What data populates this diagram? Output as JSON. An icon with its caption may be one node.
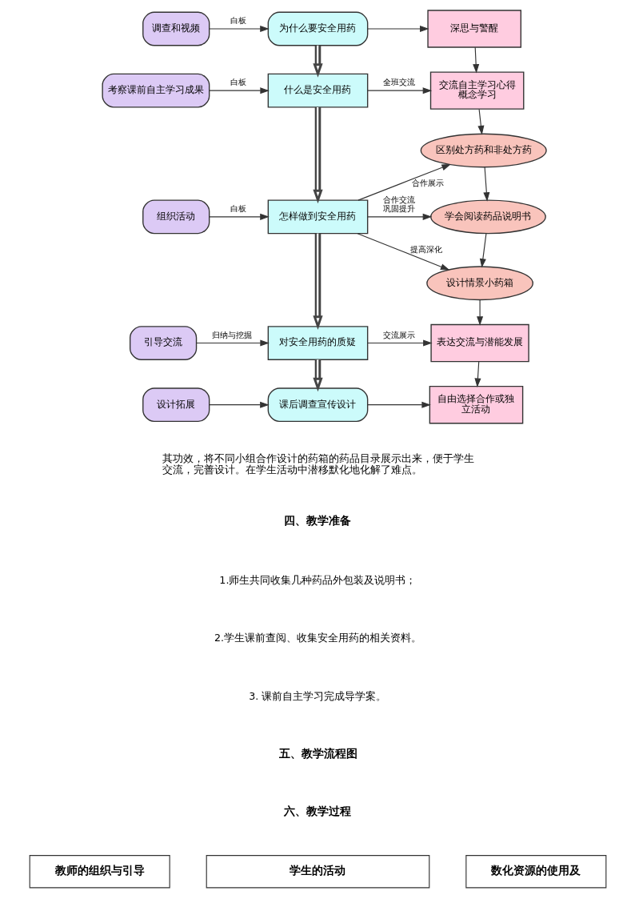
{
  "diagram": {
    "nodes": [
      {
        "text": [
          "调查和视频"
        ]
      },
      {
        "text": [
          "为什么要安全用药"
        ]
      },
      {
        "text": [
          "深思与警醒"
        ]
      },
      {
        "text": [
          "考察课前自主学习成果"
        ]
      },
      {
        "text": [
          "什么是安全用药"
        ]
      },
      {
        "text": [
          "交流自主学习心得概念学习"
        ]
      },
      {
        "text": [
          "区别处方药和非处方药"
        ]
      },
      {
        "text": [
          "组织活动"
        ]
      },
      {
        "text": [
          "怎样做到安全用药"
        ]
      },
      {
        "text": [
          "学会阅读药品说明书"
        ]
      },
      {
        "text": [
          "设计情景小药箱"
        ]
      },
      {
        "text": [
          "引导交流"
        ]
      },
      {
        "text": [
          "对安全用药的质疑"
        ]
      },
      {
        "text": [
          "表达交流与潜能发展"
        ]
      },
      {
        "text": [
          "设计拓展"
        ]
      },
      {
        "text": [
          "课后调查宣传设计"
        ]
      },
      {
        "text": [
          "自由选择合作或独立活动"
        ]
      }
    ],
    "edges": [
      {
        "from": 0,
        "to": 1,
        "arrow": "to",
        "label": "白板"
      },
      {
        "from": 1,
        "to": 2,
        "arrow": "to"
      },
      {
        "from": 1,
        "to": 4,
        "arrow": "to",
        "style": "thick"
      },
      {
        "from": 2,
        "to": 5,
        "arrow": "to"
      },
      {
        "from": 3,
        "to": 4,
        "arrow": "to",
        "label": "白板"
      },
      {
        "from": 4,
        "to": 5,
        "arrow": "to",
        "label": "全班交流"
      },
      {
        "from": 5,
        "to": 6,
        "arrow": "to"
      },
      {
        "from": 4,
        "to": 8,
        "arrow": "to",
        "style": "thick"
      },
      {
        "from": 8,
        "to": 6,
        "arrow": "to",
        "label": "合作展示"
      },
      {
        "from": 6,
        "to": 9,
        "arrow": "to"
      },
      {
        "from": 7,
        "to": 8,
        "arrow": "to",
        "label": "白板"
      },
      {
        "from": 8,
        "to": 9,
        "arrow": "to",
        "label": "合作交流巩固提升"
      },
      {
        "from": 9,
        "to": 10,
        "arrow": "to"
      },
      {
        "from": 8,
        "to": 10,
        "arrow": "to",
        "label": "提高深化"
      },
      {
        "from": 10,
        "to": 13,
        "arrow": "to"
      },
      {
        "from": 8,
        "to": 12,
        "arrow": "to",
        "style": "thick"
      },
      {
        "from": 11,
        "to": 12,
        "arrow": "to",
        "label": "归纳与挖掘"
      },
      {
        "from": 12,
        "to": 13,
        "arrow": "to",
        "label": "交流展示"
      },
      {
        "from": 13,
        "to": 16,
        "arrow": "to"
      },
      {
        "from": 12,
        "to": 15,
        "arrow": "to",
        "style": "thick"
      },
      {
        "from": 14,
        "to": 15,
        "arrow": "to"
      },
      {
        "from": 15,
        "to": 16,
        "arrow": "to"
      }
    ],
    "labels": [
      "其功效，将不同小组合作设计的药箱的药品目录展示出来，便于学生交流，完善设计。在学生活动中潜移默化地化解了难点。",
      "四、教学准备",
      "1.师生共同收集几种药品外包装及说明书；",
      "2.学生课前查阅、收集安全用药的相关资料。",
      "3. 课前自主学习完成导学案。",
      "五、教学流程图",
      "六、教学过程",
      "教师的组织与引导",
      "学生的活动",
      "数化资源的使用及"
    ]
  }
}
